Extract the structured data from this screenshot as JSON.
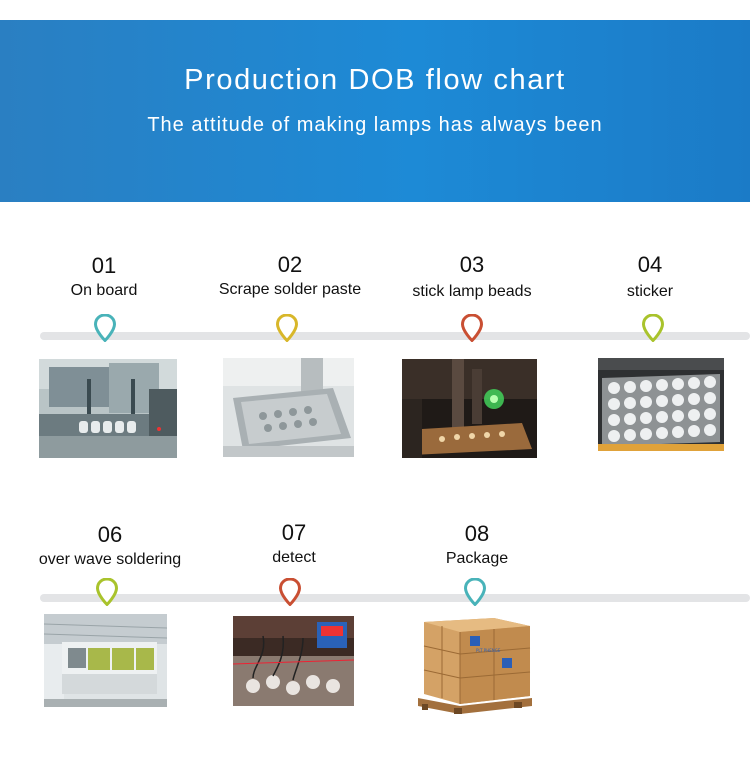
{
  "header": {
    "title": "Production DOB flow chart",
    "subtitle": "The attitude of making lamps has always been"
  },
  "steps": [
    {
      "num": "01",
      "label": "On board",
      "color": "#49b3b9"
    },
    {
      "num": "02",
      "label": "Scrape solder paste",
      "color": "#d8b72a"
    },
    {
      "num": "03",
      "label": "stick lamp beads",
      "color": "#c94f33"
    },
    {
      "num": "04",
      "label": "sticker",
      "color": "#a9c32c"
    },
    {
      "num": "06",
      "label": "over wave soldering",
      "color": "#a9c32c"
    },
    {
      "num": "07",
      "label": "detect",
      "color": "#c94f33"
    },
    {
      "num": "08",
      "label": "Package",
      "color": "#49b3b9"
    }
  ],
  "package_brand": "PLT PHENGE"
}
